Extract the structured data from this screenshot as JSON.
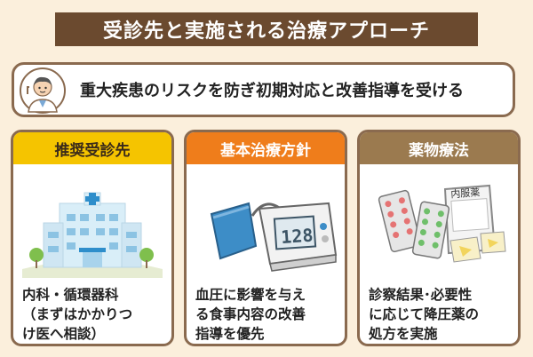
{
  "title": "受診先と実施される治療アプローチ",
  "banner": {
    "text": "重大疾患のリスクを防ぎ初期対応と改善指導を受ける"
  },
  "cards": [
    {
      "heading": "推奨受診先",
      "text": "内科・循環器科\n（まずはかかりつ\nけ医へ相談）"
    },
    {
      "heading": "基本治療方針",
      "text": "血圧に影響を与え\nる食事内容の改善\n指導を優先"
    },
    {
      "heading": "薬物療法",
      "text": "診察結果･必要性\nに応じて降圧薬の\n処方を実施",
      "bag_label": "内服薬"
    }
  ],
  "colors": {
    "brown": "#6b4a2f",
    "yellow": "#f5c400",
    "orange": "#ef7d1b",
    "tan": "#9b7a4f",
    "background": "#fbefdc"
  }
}
